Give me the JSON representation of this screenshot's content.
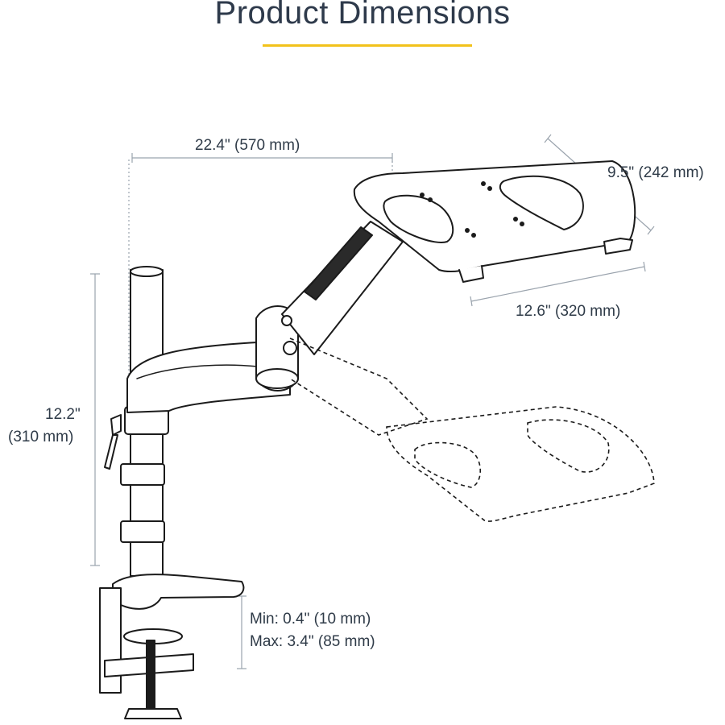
{
  "title": "Product Dimensions",
  "accent_color": "#f2c21b",
  "dimensions": {
    "width": "22.4\" (570 mm)",
    "tray_depth": "9.5\" (242 mm)",
    "tray_width": "12.6\" (320 mm)",
    "height_inch": "12.2\"",
    "height_mm": "(310 mm)",
    "clamp_min": "Min: 0.4\" (10 mm)",
    "clamp_max": "Max: 3.4\" (85 mm)"
  }
}
